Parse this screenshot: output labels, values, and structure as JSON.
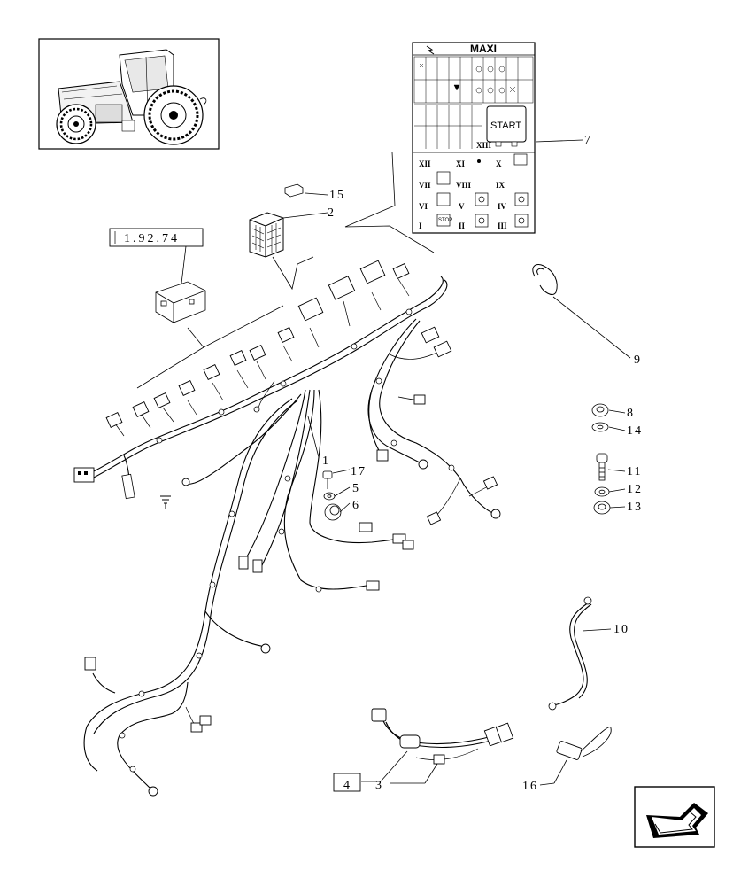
{
  "callouts": [
    {
      "id": "c1",
      "text": "1"
    },
    {
      "id": "c2",
      "text": "2"
    },
    {
      "id": "c3",
      "text": "3"
    },
    {
      "id": "c4",
      "text": "4"
    },
    {
      "id": "c5",
      "text": "5"
    },
    {
      "id": "c6",
      "text": "6"
    },
    {
      "id": "c7",
      "text": "7"
    },
    {
      "id": "c8",
      "text": "8"
    },
    {
      "id": "c9",
      "text": "9"
    },
    {
      "id": "c10",
      "text": "10"
    },
    {
      "id": "c11",
      "text": "11"
    },
    {
      "id": "c12",
      "text": "12"
    },
    {
      "id": "c13",
      "text": "13"
    },
    {
      "id": "c14",
      "text": "14"
    },
    {
      "id": "c15",
      "text": "15"
    },
    {
      "id": "c16",
      "text": "16"
    },
    {
      "id": "c17",
      "text": "17"
    }
  ],
  "reference_box": "1.92.74",
  "fuse_box": {
    "title": "MAXI",
    "start_label": "START",
    "stop_label": "STOP",
    "roman_numerals": [
      "XII",
      "XI",
      "X",
      "VII",
      "VIII",
      "IX",
      "VI",
      "V",
      "IV",
      "I",
      "II",
      "III",
      "XIII"
    ]
  },
  "ground_symbol": "ground-symbol",
  "nav_icon": "arrow-left-down-icon"
}
